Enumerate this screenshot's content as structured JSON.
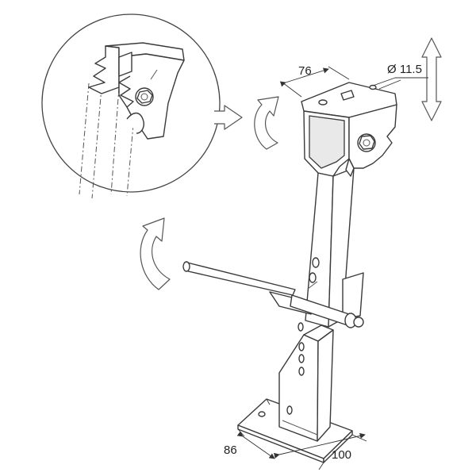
{
  "dimensions": {
    "width_top": "76",
    "hole_diameter": "Ø 11.5",
    "base_depth": "86",
    "base_width": "100"
  }
}
